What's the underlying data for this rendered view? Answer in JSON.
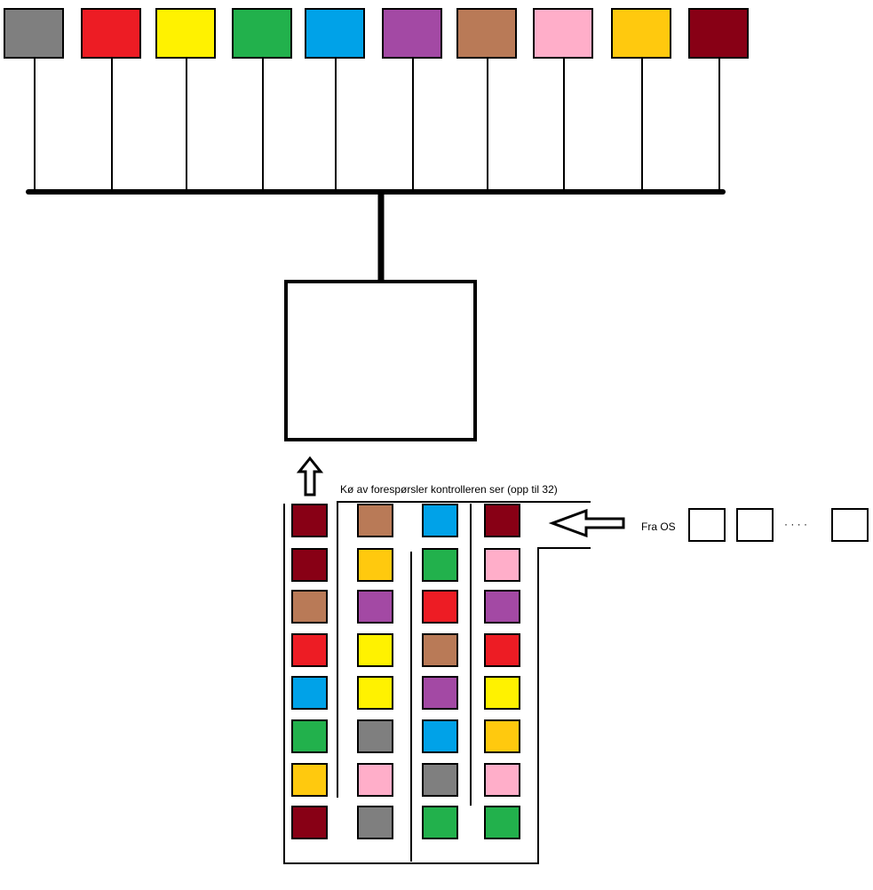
{
  "colors": {
    "gray": "#7f7f7f",
    "red": "#ed1c24",
    "yellow": "#fff200",
    "green": "#22b14c",
    "blue": "#00a2e8",
    "purple": "#a349a4",
    "brown": "#b97a57",
    "pink": "#ffaec9",
    "gold": "#ffc90e",
    "maroon": "#880015"
  },
  "devices": [
    "gray",
    "red",
    "yellow",
    "green",
    "blue",
    "purple",
    "brown",
    "pink",
    "gold",
    "maroon"
  ],
  "queue": {
    "label": "Kø av forespørsler kontrolleren ser (opp til 32)",
    "columns": [
      [
        "maroon",
        "maroon",
        "brown",
        "red",
        "blue",
        "green",
        "gold",
        "maroon"
      ],
      [
        "brown",
        "gold",
        "purple",
        "yellow",
        "yellow",
        "gray",
        "pink",
        "gray"
      ],
      [
        "blue",
        "green",
        "red",
        "brown",
        "purple",
        "blue",
        "gray",
        "green"
      ],
      [
        "maroon",
        "pink",
        "purple",
        "red",
        "yellow",
        "gold",
        "pink",
        "green"
      ]
    ]
  },
  "os_input": {
    "label": "Fra OS",
    "ellipsis": "· · · ·",
    "boxes": 3
  }
}
